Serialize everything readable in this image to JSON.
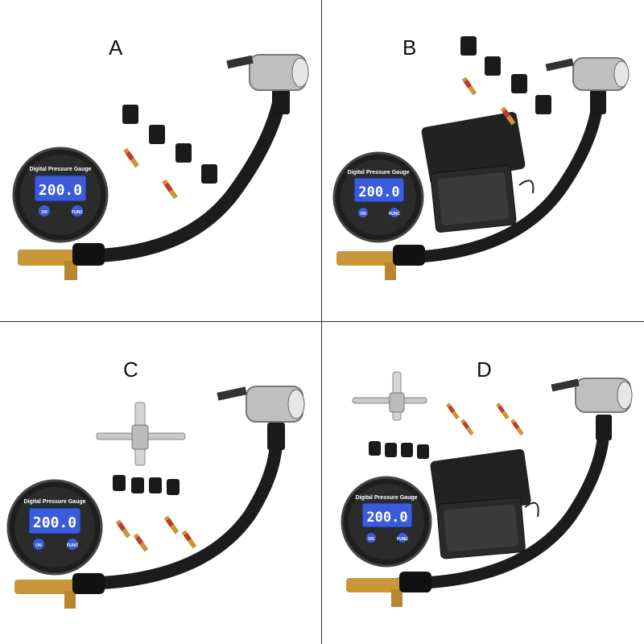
{
  "panels": [
    {
      "letter": "A",
      "reading": "200.0",
      "gauge_title": "Digital Pressure Gauge",
      "btn_on": "ON",
      "btn_func": "FUNC"
    },
    {
      "letter": "B",
      "reading": "200.0",
      "gauge_title": "Digital Pressure Gauge",
      "btn_on": "ON",
      "btn_func": "FUNC"
    },
    {
      "letter": "C",
      "reading": "200.0",
      "gauge_title": "Digital Pressure Gauge",
      "btn_on": "ON",
      "btn_func": "FUNC"
    },
    {
      "letter": "D",
      "reading": "200.0",
      "gauge_title": "Digital Pressure Gauge",
      "btn_on": "ON",
      "btn_func": "FUNC"
    }
  ],
  "colors": {
    "lcd": "#3b5bd9",
    "brass": "#c9973a",
    "cap": "#1a1a1a",
    "core_red": "#c0392b",
    "case": "#222222"
  }
}
